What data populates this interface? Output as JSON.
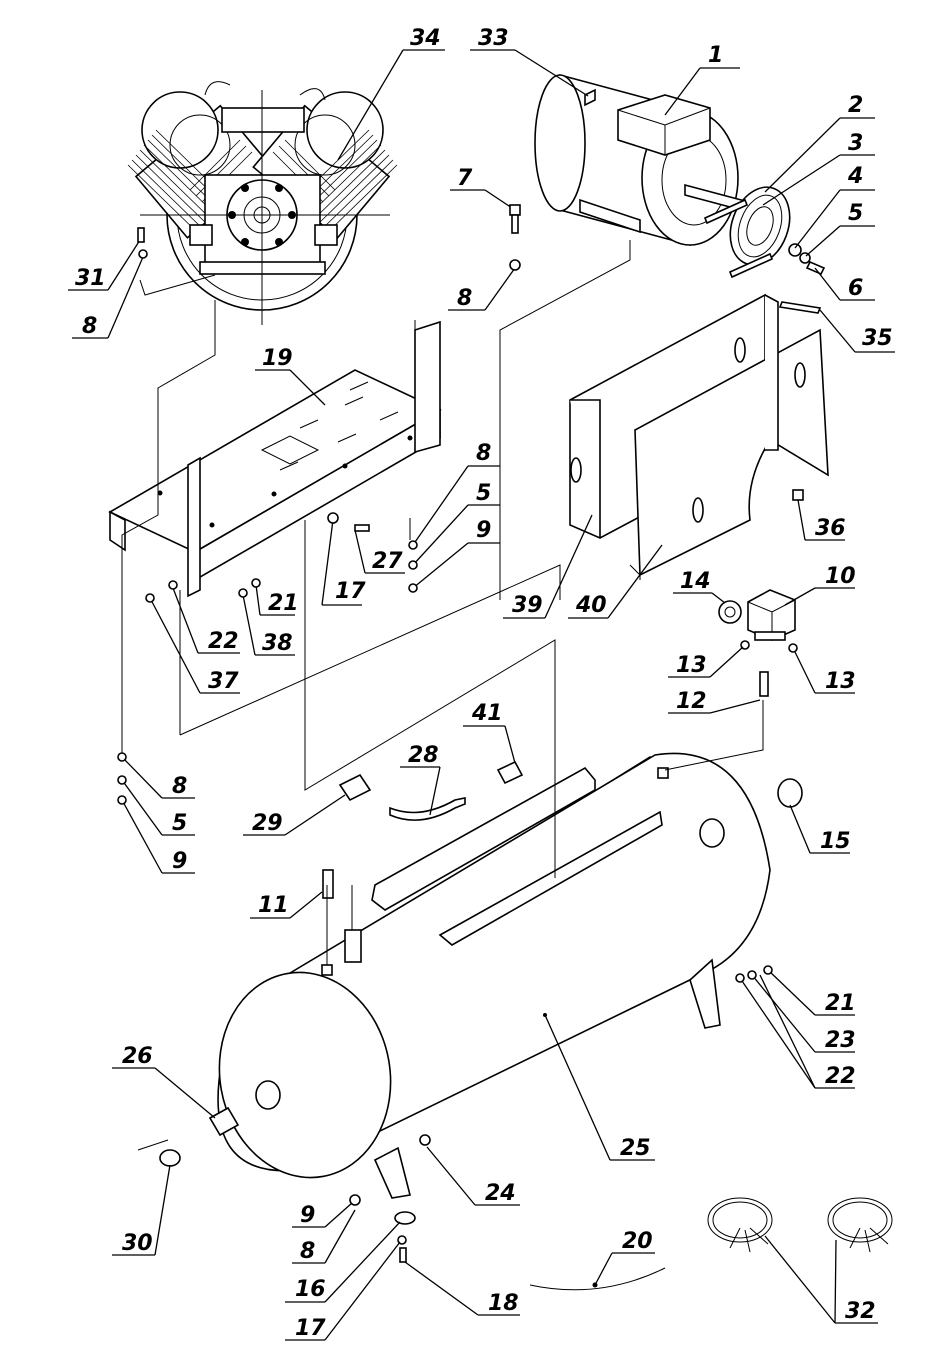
{
  "parts": [
    {
      "id": "1",
      "label": "1",
      "name": "motor-terminal-box"
    },
    {
      "id": "2",
      "label": "2",
      "name": "motor-pulley"
    },
    {
      "id": "3",
      "label": "3",
      "name": "pulley-key"
    },
    {
      "id": "4",
      "label": "4",
      "name": "pulley-washer"
    },
    {
      "id": "5a",
      "label": "5",
      "name": "lock-washer"
    },
    {
      "id": "6",
      "label": "6",
      "name": "pulley-bolt"
    },
    {
      "id": "7",
      "label": "7",
      "name": "motor-bolt"
    },
    {
      "id": "8a",
      "label": "8",
      "name": "motor-washer"
    },
    {
      "id": "8b",
      "label": "8",
      "name": "pump-washer"
    },
    {
      "id": "31",
      "label": "31",
      "name": "pump-bolt"
    },
    {
      "id": "33",
      "label": "33",
      "name": "electric-motor"
    },
    {
      "id": "34",
      "label": "34",
      "name": "compressor-pump"
    },
    {
      "id": "35",
      "label": "35",
      "name": "drive-belt"
    },
    {
      "id": "19",
      "label": "19",
      "name": "motor-mounting-plate"
    },
    {
      "id": "8c",
      "label": "8",
      "name": "plate-washer"
    },
    {
      "id": "5b",
      "label": "5",
      "name": "plate-lock-washer"
    },
    {
      "id": "9a",
      "label": "9",
      "name": "plate-nut"
    },
    {
      "id": "27",
      "label": "27",
      "name": "plate-bolt"
    },
    {
      "id": "17a",
      "label": "17",
      "name": "plate-washer-large"
    },
    {
      "id": "21a",
      "label": "21",
      "name": "guard-nut"
    },
    {
      "id": "22a",
      "label": "22",
      "name": "guard-washer"
    },
    {
      "id": "38",
      "label": "38",
      "name": "guard-bracket-screw"
    },
    {
      "id": "37",
      "label": "37",
      "name": "guard-screw"
    },
    {
      "id": "39",
      "label": "39",
      "name": "belt-guard-front"
    },
    {
      "id": "40",
      "label": "40",
      "name": "belt-guard-back"
    },
    {
      "id": "36",
      "label": "36",
      "name": "guard-clip"
    },
    {
      "id": "14",
      "label": "14",
      "name": "unloader-valve"
    },
    {
      "id": "10",
      "label": "10",
      "name": "pressure-switch"
    },
    {
      "id": "13a",
      "label": "13",
      "name": "switch-fitting-left"
    },
    {
      "id": "13b",
      "label": "13",
      "name": "switch-fitting-right"
    },
    {
      "id": "12",
      "label": "12",
      "name": "switch-nipple"
    },
    {
      "id": "41",
      "label": "41",
      "name": "tank-check-valve"
    },
    {
      "id": "28",
      "label": "28",
      "name": "discharge-tube"
    },
    {
      "id": "29",
      "label": "29",
      "name": "elbow-fitting"
    },
    {
      "id": "8d",
      "label": "8",
      "name": "tank-washer"
    },
    {
      "id": "5c",
      "label": "5",
      "name": "tank-lock-washer"
    },
    {
      "id": "9b",
      "label": "9",
      "name": "tank-nut"
    },
    {
      "id": "15",
      "label": "15",
      "name": "tank-plug"
    },
    {
      "id": "11",
      "label": "11",
      "name": "tank-nipple"
    },
    {
      "id": "21b",
      "label": "21",
      "name": "foot-nut"
    },
    {
      "id": "23",
      "label": "23",
      "name": "foot-lock-washer"
    },
    {
      "id": "22b",
      "label": "22",
      "name": "foot-washer"
    },
    {
      "id": "26",
      "label": "26",
      "name": "bushing"
    },
    {
      "id": "25",
      "label": "25",
      "name": "air-tank"
    },
    {
      "id": "24",
      "label": "24",
      "name": "drain-valve"
    },
    {
      "id": "30",
      "label": "30",
      "name": "ball-valve"
    },
    {
      "id": "9c",
      "label": "9",
      "name": "foot-nut-bottom"
    },
    {
      "id": "8e",
      "label": "8",
      "name": "foot-washer-bottom"
    },
    {
      "id": "16",
      "label": "16",
      "name": "rubber-pad"
    },
    {
      "id": "17b",
      "label": "17",
      "name": "pad-washer"
    },
    {
      "id": "18",
      "label": "18",
      "name": "pad-bolt"
    },
    {
      "id": "20",
      "label": "20",
      "name": "vibration-tube"
    },
    {
      "id": "32",
      "label": "32",
      "name": "wiring-harness"
    }
  ]
}
